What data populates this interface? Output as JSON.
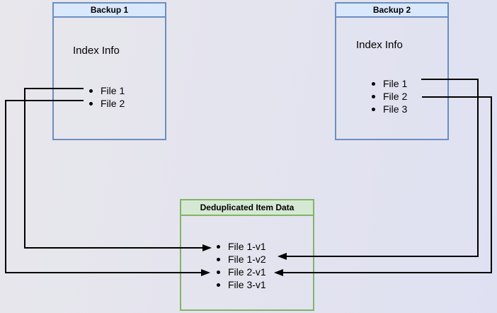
{
  "nodes": {
    "backup1": {
      "title": "Backup 1",
      "subtitle": "Index Info",
      "files": [
        "File 1",
        "File 2"
      ]
    },
    "backup2": {
      "title": "Backup 2",
      "subtitle": "Index Info",
      "files": [
        "File 1",
        "File 2",
        "File 3"
      ]
    },
    "dedup": {
      "title": "Deduplicated Item Data",
      "items": [
        "File 1-v1",
        "File 1-v2",
        "File 2-v1",
        "File 3-v1"
      ]
    }
  },
  "colors": {
    "backup_border": "#6c8ebf",
    "backup_header_fill": "#dae8fc",
    "dedup_border": "#82b366",
    "dedup_header_fill": "#d5e8d4",
    "arrow": "#000000"
  }
}
